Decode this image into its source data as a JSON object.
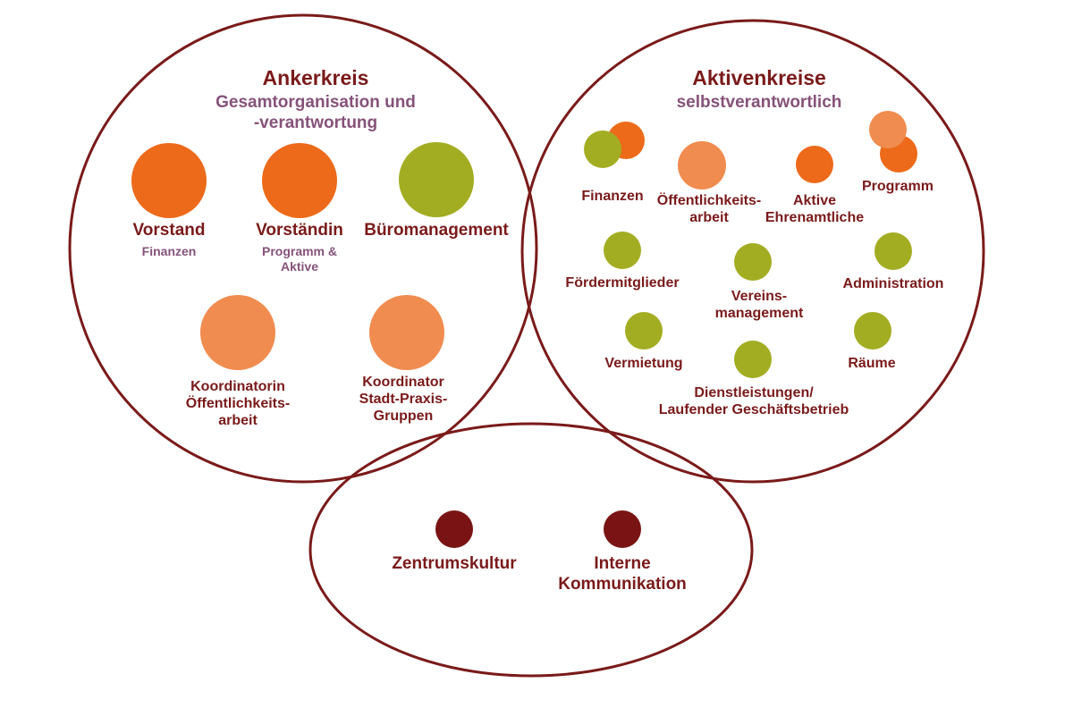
{
  "colors": {
    "outline": "#7a1a1a",
    "orange": "#ec6a1a",
    "light_orange": "#f08c4f",
    "olive": "#a3ad22",
    "dark_red": "#7a1414",
    "subtitle": "#86527a"
  },
  "anker": {
    "title": "Ankerkreis",
    "subtitle_1": "Gesamtorganisation und",
    "subtitle_2": "-verantwortung",
    "vorstand": {
      "label": "Vorstand",
      "sub": "Finanzen"
    },
    "vorstaendin": {
      "label": "Vorständin",
      "sub_1": "Programm &",
      "sub_2": "Aktive"
    },
    "buero": {
      "label": "Büromanagement"
    },
    "koordinatorin": {
      "line_1": "Koordinatorin",
      "line_2": "Öffentlichkeits-",
      "line_3": "arbeit"
    },
    "koordinator": {
      "line_1": "Koordinator",
      "line_2": "Stadt-Praxis-",
      "line_3": "Gruppen"
    }
  },
  "aktiven": {
    "title": "Aktivenkreise",
    "subtitle": "selbstverantwortlich",
    "finanzen": "Finanzen",
    "oeff_1": "Öffentlichkeits-",
    "oeff_2": "arbeit",
    "aktive_1": "Aktive",
    "aktive_2": "Ehrenamtliche",
    "programm": "Programm",
    "foerder": "Fördermitglieder",
    "vereins_1": "Vereins-",
    "vereins_2": "management",
    "administration": "Administration",
    "vermietung": "Vermietung",
    "raeume": "Räume",
    "dienst_1": "Dienstleistungen/",
    "dienst_2": "Laufender Geschäftsbetrieb"
  },
  "bottom": {
    "zentrum": "Zentrumskultur",
    "intern_1": "Interne",
    "intern_2": "Kommunikation"
  }
}
